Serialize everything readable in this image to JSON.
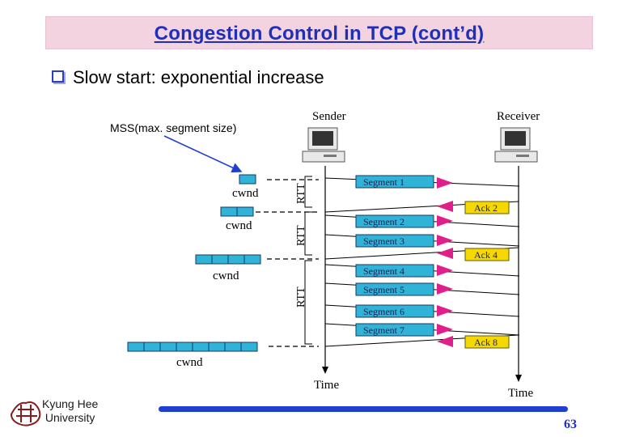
{
  "slide": {
    "title": "Congestion Control in TCP (cont’d)",
    "bullet": "Slow start: exponential increase",
    "page_number": "63",
    "university_line1": "Kyung Hee",
    "university_line2": "University"
  },
  "diagram": {
    "mss_label": "MSS(max. segment size)",
    "sender_label": "Sender",
    "receiver_label": "Receiver",
    "time_label_sender": "Time",
    "time_label_receiver": "Time",
    "cwnd_labels": [
      "cwnd",
      "cwnd",
      "cwnd",
      "cwnd"
    ],
    "rtt_labels": [
      "RTT",
      "RTT",
      "RTT"
    ],
    "segments": [
      "Segment 1",
      "Segment 2",
      "Segment 3",
      "Segment 4",
      "Segment 5",
      "Segment 6",
      "Segment 7"
    ],
    "acks": [
      "Ack 2",
      "Ack 4",
      "Ack 8"
    ],
    "colors": {
      "segment": "#2fb4d8",
      "ack": "#f5d800",
      "arrow_head": "#e0208a",
      "accent": "#1f2fb8"
    },
    "icons": {
      "sender": "computer-icon",
      "receiver": "computer-icon"
    }
  }
}
